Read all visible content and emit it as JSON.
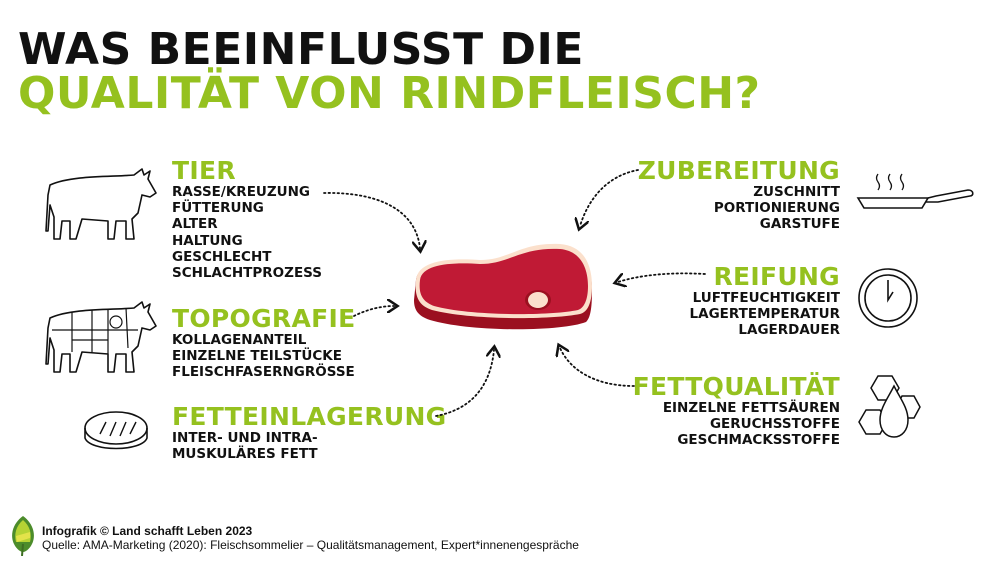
{
  "title": {
    "line1": "WAS BEEINFLUSST DIE",
    "line2": "QUALITÄT VON RINDFLEISCH?"
  },
  "colors": {
    "accent_green": "#95c11f",
    "text_black": "#111111",
    "steak_red": "#c01a35",
    "steak_dark": "#9b1020",
    "fat_cream": "#fbe0cc"
  },
  "factors_left": [
    {
      "heading": "TIER",
      "icon": "cow-outline-icon",
      "items": [
        "RASSE/KREUZUNG",
        "FÜTTERUNG",
        "ALTER",
        "HALTUNG",
        "GESCHLECHT",
        "SCHLACHTPROZESS"
      ]
    },
    {
      "heading": "TOPOGRAFIE",
      "icon": "cow-cuts-diagram-icon",
      "items": [
        "KOLLAGENANTEIL",
        "EINZELNE TEILSTÜCKE",
        "FLEISCHFASERNGRÖSSE"
      ]
    },
    {
      "heading": "FETTEINLAGERUNG",
      "icon": "steak-outline-icon",
      "items": [
        "INTER- UND INTRA-",
        "MUSKULÄRES FETT"
      ]
    }
  ],
  "factors_right": [
    {
      "heading": "ZUBEREITUNG",
      "icon": "frying-pan-icon",
      "items": [
        "ZUSCHNITT",
        "PORTIONIERUNG",
        "GARSTUFE"
      ]
    },
    {
      "heading": "REIFUNG",
      "icon": "clock-icon",
      "items": [
        "LUFTFEUCHTIGKEIT",
        "LAGERTEMPERATUR",
        "LAGERDAUER"
      ]
    },
    {
      "heading": "FETTQUALITÄT",
      "icon": "fat-molecule-drop-icon",
      "items": [
        "EINZELNE FETTSÄUREN",
        "GERUCHSSTOFFE",
        "GESCHMACKSSTOFFE"
      ]
    }
  ],
  "center": {
    "icon": "steak-icon"
  },
  "footer": {
    "credit": "Infografik © Land schafft Leben 2023",
    "source": "Quelle: AMA-Marketing (2020): Fleischsommelier – Qualitätsmanagement, Expert*innenengespräche",
    "logo": "leaf-logo-icon"
  }
}
